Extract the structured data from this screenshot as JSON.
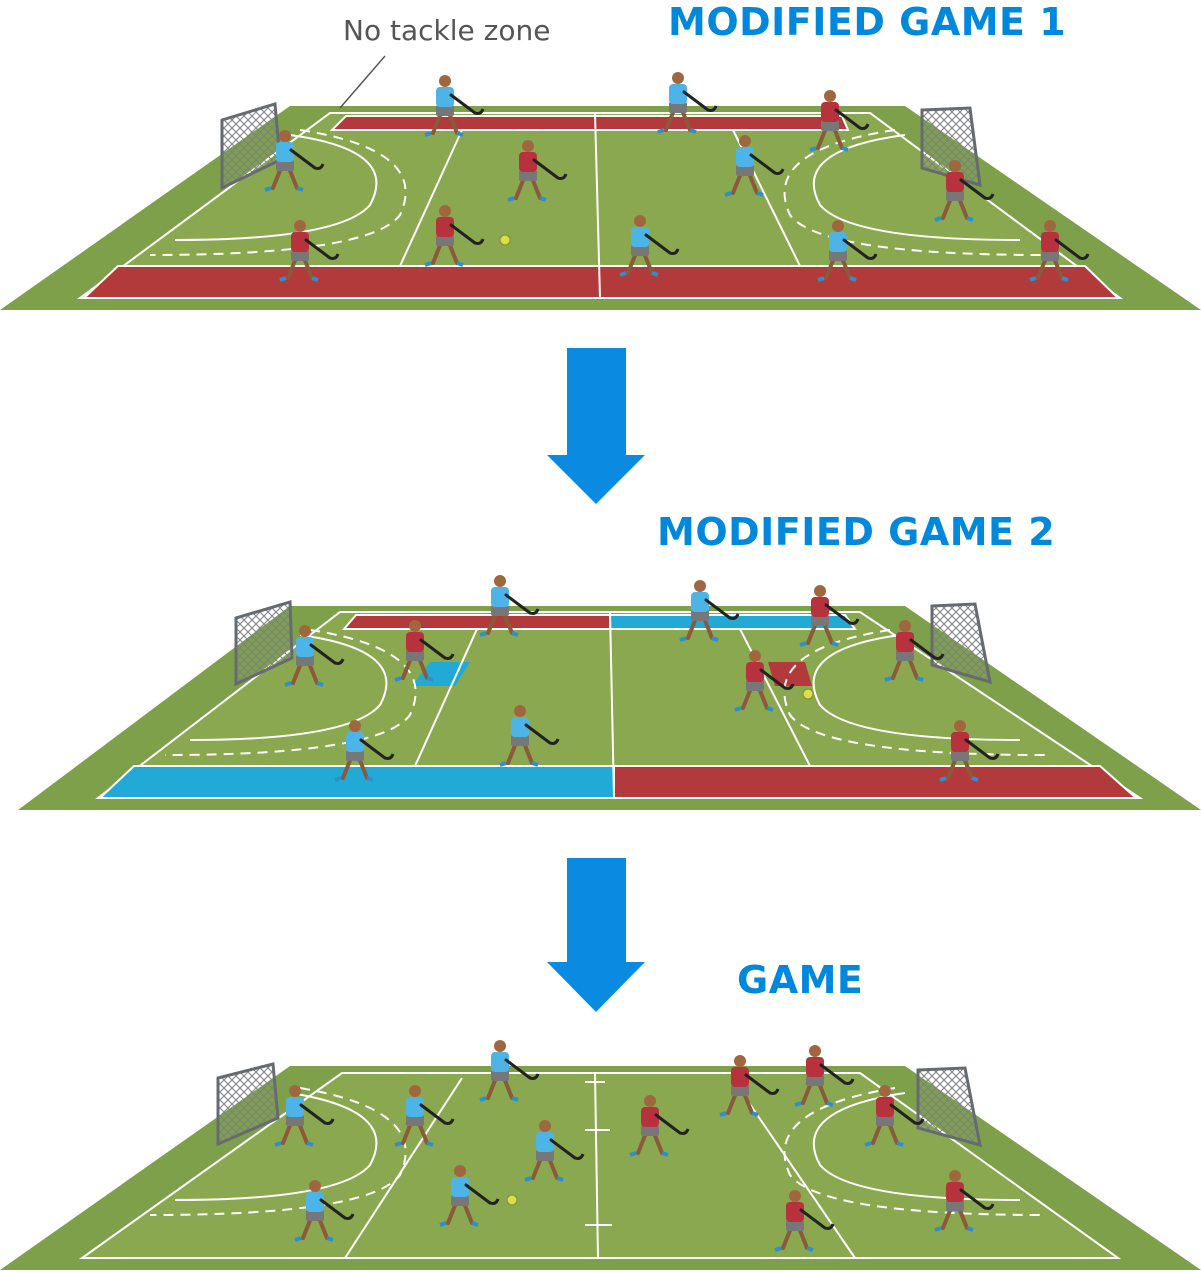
{
  "titles": {
    "game1": "MODIFIED GAME 1",
    "game2": "MODIFIED GAME 2",
    "game3": "GAME"
  },
  "callout": {
    "no_tackle_zone": "No tackle zone"
  },
  "colors": {
    "title_blue": "#0088dd",
    "arrow_blue": "#0a8ae0",
    "pitch_green": "#8aa84f",
    "border_green": "#7fa04a",
    "zone_red": "#b33a3a",
    "zone_blue": "#22aad6",
    "team_blue": "#4cb4e6",
    "team_red": "#b8323e",
    "goal_grey": "#666b70"
  },
  "panels": [
    {
      "name": "modified-game-1",
      "zones": [
        "red-top-strip",
        "red-bottom-strip"
      ],
      "players": [
        {
          "team": "blue"
        },
        {
          "team": "blue"
        },
        {
          "team": "blue"
        },
        {
          "team": "blue"
        },
        {
          "team": "blue"
        },
        {
          "team": "blue"
        },
        {
          "team": "red"
        },
        {
          "team": "red"
        },
        {
          "team": "red"
        },
        {
          "team": "red"
        },
        {
          "team": "red"
        },
        {
          "team": "red"
        }
      ]
    },
    {
      "name": "modified-game-2",
      "zones": [
        "red-top-left",
        "blue-top-right",
        "blue-bottom-left",
        "red-bottom-right",
        "blue-square",
        "red-square"
      ],
      "players": [
        {
          "team": "blue"
        },
        {
          "team": "blue"
        },
        {
          "team": "blue"
        },
        {
          "team": "blue"
        },
        {
          "team": "blue"
        },
        {
          "team": "red"
        },
        {
          "team": "red"
        },
        {
          "team": "red"
        },
        {
          "team": "red"
        },
        {
          "team": "red"
        }
      ]
    },
    {
      "name": "game",
      "zones": [],
      "players": [
        {
          "team": "blue"
        },
        {
          "team": "blue"
        },
        {
          "team": "blue"
        },
        {
          "team": "blue"
        },
        {
          "team": "blue"
        },
        {
          "team": "blue"
        },
        {
          "team": "red"
        },
        {
          "team": "red"
        },
        {
          "team": "red"
        },
        {
          "team": "red"
        },
        {
          "team": "red"
        },
        {
          "team": "red"
        }
      ]
    }
  ]
}
